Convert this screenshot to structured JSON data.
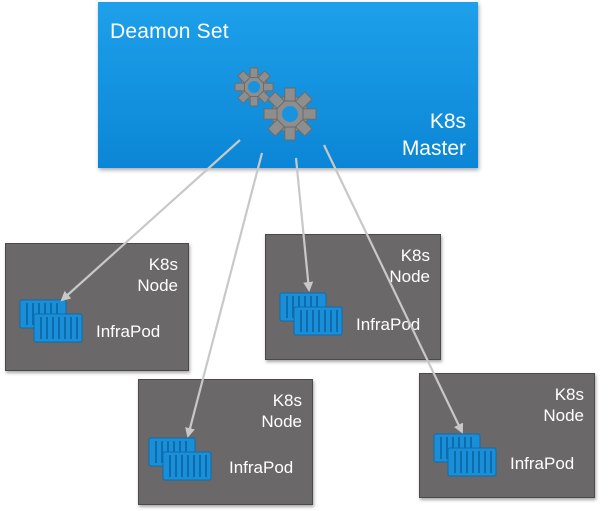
{
  "master": {
    "title": "Deamon Set",
    "label_line1": "K8s",
    "label_line2": "Master"
  },
  "nodes": [
    {
      "line1": "K8s",
      "line2": "Node",
      "pod": "InfraPod"
    },
    {
      "line1": "K8s",
      "line2": "Node",
      "pod": "InfraPod"
    },
    {
      "line1": "K8s",
      "line2": "Node",
      "pod": "InfraPod"
    },
    {
      "line1": "K8s",
      "line2": "Node",
      "pod": "InfraPod"
    }
  ],
  "colors": {
    "master_fill": "#1497e3",
    "node_fill": "#6b6869",
    "container_blue": "#1a8fd8",
    "gear_gray": "#8e8e8e",
    "arrow": "#c8c8c8"
  },
  "icons": {
    "master": "gears-icon",
    "pod": "shipping-container-icon"
  }
}
